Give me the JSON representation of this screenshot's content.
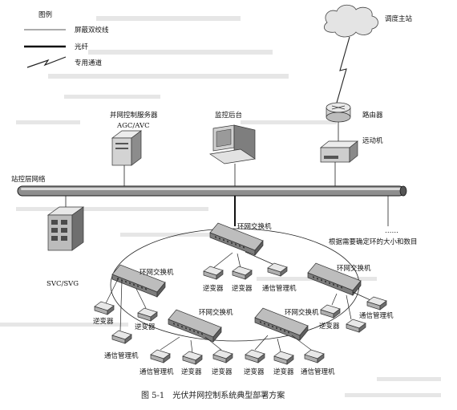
{
  "legend": {
    "title": "图例",
    "items": [
      {
        "label": "屏蔽双绞线",
        "icon": "thin-line"
      },
      {
        "label": "光纤",
        "icon": "thick-line"
      },
      {
        "label": "专用通道",
        "icon": "lightning-zigzag"
      }
    ]
  },
  "nodes": {
    "dispatch": "调度主站",
    "router": "路由器",
    "telecontrol": "远动机",
    "agc_server_line1": "并网控制服务器",
    "agc_server_line2": "AGC/AVC",
    "monitor": "监控后台",
    "station_network": "站控层网络",
    "svc": "SVC/SVG",
    "ellipsis": "……",
    "ring_note": "根据需要确定环的大小和数目",
    "ring_switch": "环网交换机",
    "inverter": "逆变器",
    "comm_manager": "通信管理机"
  },
  "caption": "图 5-1　光伏并网控制系统典型部署方案",
  "colors": {
    "bus_dark": "#1a1a1a",
    "bus_light": "#9a9a9a",
    "switch_body": "#8a8a8a",
    "device_body": "#d7d7d7",
    "line": "#1a1a1a"
  }
}
